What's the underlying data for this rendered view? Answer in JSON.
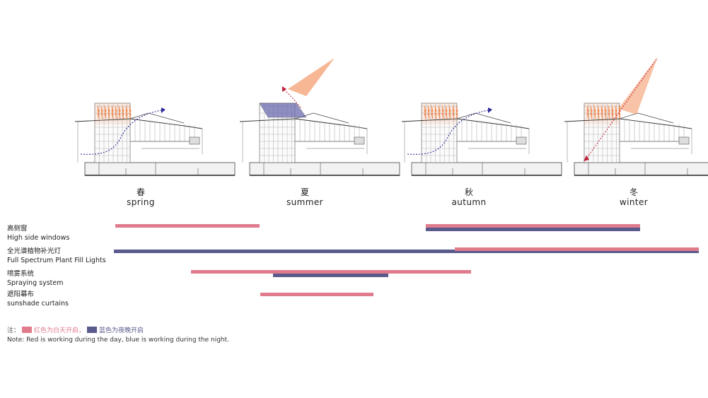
{
  "colors": {
    "day": "#e07b8c",
    "night": "#5a5a8c",
    "heat": "#f07a3c"
  },
  "seasons": [
    {
      "cn": "春",
      "en": "spring",
      "icon": "building-section-spring"
    },
    {
      "cn": "夏",
      "en": "summer",
      "icon": "building-section-summer"
    },
    {
      "cn": "秋",
      "en": "autumn",
      "icon": "building-section-autumn"
    },
    {
      "cn": "冬",
      "en": "winter",
      "icon": "building-section-winter"
    }
  ],
  "rows": [
    {
      "cn": "高侧窗",
      "en": "High side windows",
      "bars": [
        {
          "type": "day",
          "start": 0.0,
          "end": 0.247
        },
        {
          "type": "day",
          "start": 0.532,
          "end": 0.9
        },
        {
          "type": "night",
          "start": 0.532,
          "end": 0.9
        }
      ]
    },
    {
      "cn": "全光谱植物补光灯",
      "en": "Full Spectrum Plant Fill Lights",
      "bars": [
        {
          "type": "night",
          "start": -0.003,
          "end": 1.0
        },
        {
          "type": "day",
          "start": 0.582,
          "end": 1.0
        }
      ]
    },
    {
      "cn": "喷雾系统",
      "en": "Spraying system",
      "bars": [
        {
          "type": "day",
          "start": 0.13,
          "end": 0.61
        },
        {
          "type": "night",
          "start": 0.27,
          "end": 0.468
        }
      ]
    },
    {
      "cn": "遮阳幕布",
      "en": "sunshade curtains",
      "bars": [
        {
          "type": "day",
          "start": 0.248,
          "end": 0.442
        }
      ]
    }
  ],
  "note": {
    "prefix": "注：",
    "red_text": "红色为白天开启，",
    "blue_text": "蓝色为夜晚开启",
    "en": "Note: Red is working during the day, blue is working during the night."
  }
}
